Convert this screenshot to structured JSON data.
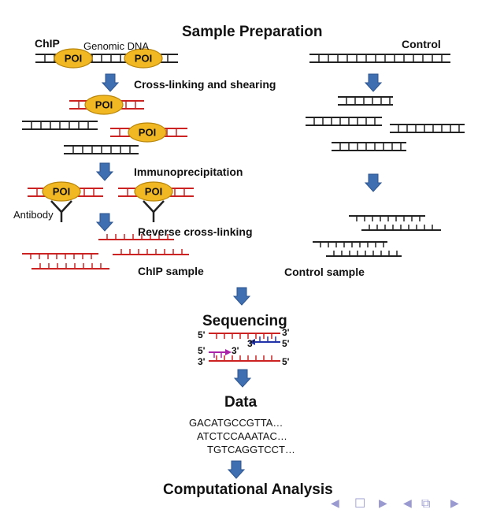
{
  "labels": {
    "title": "Sample Preparation",
    "chip": "ChIP",
    "genomic_dna": "Genomic DNA",
    "control": "Control",
    "crosslinking": "Cross-linking and shearing",
    "immunoprecipitation": "Immunoprecipitation",
    "antibody": "Antibody",
    "reverse": "Reverse cross-linking",
    "chip_sample": "ChIP sample",
    "control_sample": "Control sample",
    "sequencing": "Sequencing",
    "data": "Data",
    "analysis": "Computational Analysis",
    "poi": "POI",
    "five_prime": "5'",
    "three_prime": "3'"
  },
  "sequences": [
    "GACATGCCGTTA…",
    "ATCTCCAAATAC…",
    "TGTCAGGTCCT…"
  ],
  "colors": {
    "arrow": "#3f6fb0",
    "protein_fill": "#f2b823",
    "protein_stroke": "#b8860b",
    "dna_red": "#cc2222",
    "dna_black": "#222222",
    "primer_blue": "#2233aa",
    "primer_magenta": "#aa22aa",
    "nav": "#9a9ad0"
  },
  "nav_icons": [
    "prev-frame-icon",
    "frame-icon",
    "next-frame-icon",
    "prev-section-icon",
    "section-icon",
    "next-section-icon"
  ]
}
